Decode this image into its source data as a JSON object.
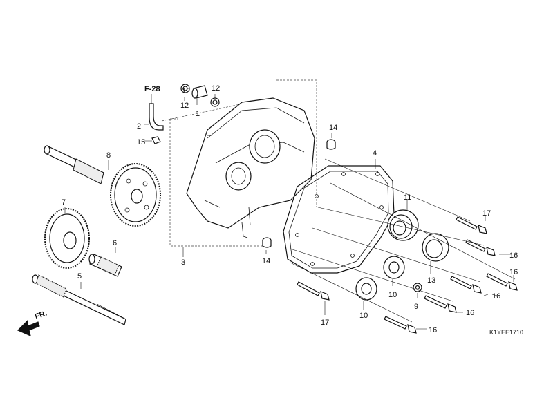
{
  "reference": {
    "label": "F-28"
  },
  "front_marker": {
    "label": "FR."
  },
  "diagram_code": "K1YEE1710",
  "callouts": {
    "c1": "1",
    "c2": "2",
    "c3": "3",
    "c4": "4",
    "c5": "5",
    "c6": "6",
    "c7": "7",
    "c8": "8",
    "c9": "9",
    "c10a": "10",
    "c10b": "10",
    "c11": "11",
    "c12a": "12",
    "c12b": "12",
    "c13": "13",
    "c14a": "14",
    "c14b": "14",
    "c15": "15",
    "c16a": "16",
    "c16b": "16",
    "c16c": "16",
    "c16d": "16",
    "c16e": "16",
    "c17a": "17",
    "c17b": "17"
  },
  "colors": {
    "ink": "#111111",
    "background": "#ffffff"
  }
}
